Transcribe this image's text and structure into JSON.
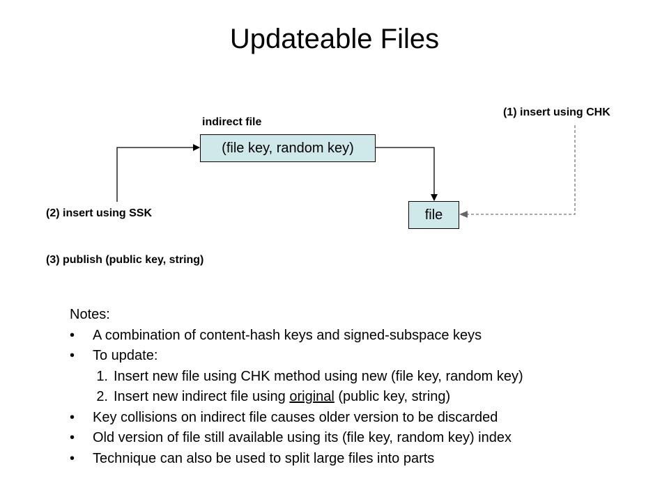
{
  "title": "Updateable Files",
  "diagram": {
    "indirect_file_label": "indirect file",
    "key_box_text": "(file key, random key)",
    "file_box_text": "file",
    "step1": "(1) insert using CHK",
    "step2": "(2) insert using SSK",
    "step3": "(3) publish (public key, string)"
  },
  "notes": {
    "heading": "Notes:",
    "bullet": "•",
    "b1": "A combination of content-hash keys and signed-subspace keys",
    "b2": "To update:",
    "n1_num": "1.",
    "n1": "Insert new file using CHK method using new (file key, random key)",
    "n2_num": "2.",
    "n2_pre": "Insert new indirect file using ",
    "n2_u": "original",
    "n2_post": " (public key, string)",
    "b3": "Key collisions on indirect file causes older version to be discarded",
    "b4": "Old version of file still available using its (file key, random key) index",
    "b5": "Technique can also be used to split large files into parts"
  },
  "colors": {
    "box_fill": "#cfe8ea",
    "dashed_line": "#777777"
  }
}
